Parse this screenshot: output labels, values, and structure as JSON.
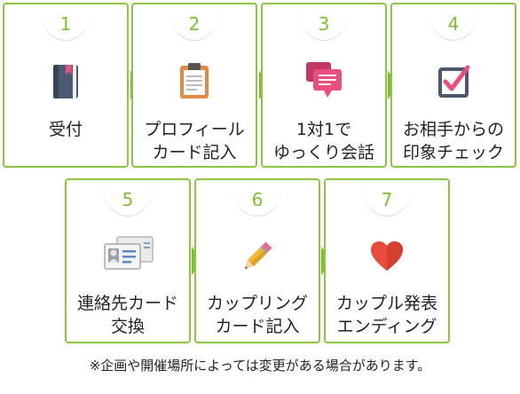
{
  "steps": [
    {
      "number": "1",
      "icon": "book-icon",
      "lines": [
        "",
        "受付"
      ]
    },
    {
      "number": "2",
      "icon": "clipboard-icon",
      "lines": [
        "プロフィール",
        "カード記入"
      ]
    },
    {
      "number": "3",
      "icon": "chat-bubble-icon",
      "lines": [
        "1対1で",
        "ゆっくり会話"
      ]
    },
    {
      "number": "4",
      "icon": "checkbox-icon",
      "lines": [
        "お相手からの",
        "印象チェック"
      ]
    },
    {
      "number": "5",
      "icon": "id-card-icon",
      "lines": [
        "連絡先カード",
        "交換"
      ]
    },
    {
      "number": "6",
      "icon": "pencil-icon",
      "lines": [
        "カップリング",
        "カード記入"
      ]
    },
    {
      "number": "7",
      "icon": "heart-icon",
      "lines": [
        "カップル発表",
        "エンディング"
      ]
    }
  ],
  "note": "※企画や開催場所によっては変更がある場合があります。",
  "colors": {
    "border": "#8cc63f",
    "accent": "#7dbf2e",
    "icon_pink": "#e94f7a",
    "heart": "#e84b3c"
  }
}
